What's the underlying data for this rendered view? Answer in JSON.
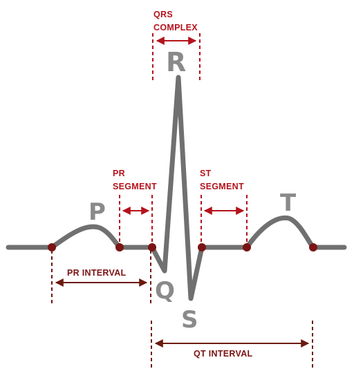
{
  "waves": {
    "p": "P",
    "q": "Q",
    "r": "R",
    "s": "S",
    "t": "T"
  },
  "labels": {
    "qrs_line1": "QRS",
    "qrs_line2": "COMPLEX",
    "pr_seg_line1": "PR",
    "pr_seg_line2": "SEGMENT",
    "st_seg_line1": "ST",
    "st_seg_line2": "SEGMENT",
    "pr_interval": "PR INTERVAL",
    "qt_interval": "QT INTERVAL"
  },
  "colors": {
    "trace": "#707070",
    "node": "#7a1414",
    "red_marker": "#b5121b",
    "brown_marker": "#6b1a0e"
  }
}
